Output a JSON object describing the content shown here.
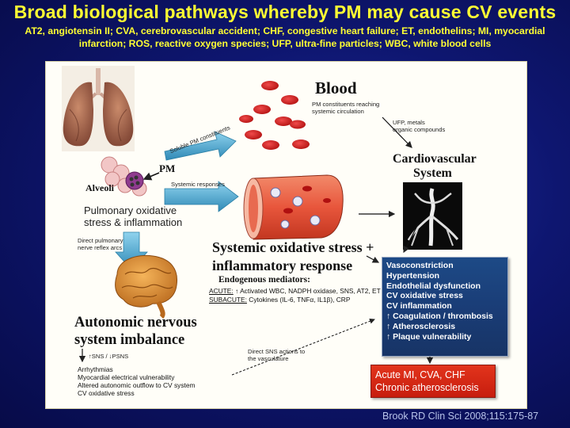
{
  "title": "Broad biological pathways whereby PM may cause CV events",
  "subtitle": "AT2, angiotensin II; CVA, cerebrovascular accident; CHF, congestive heart failure; ET, endothelins; MI, myocardial infarction; ROS, reactive oxygen species; UFP, ultra-fine particles; WBC, white blood cells",
  "diagram": {
    "blood_title": "Blood",
    "blood_desc_1": "PM constituents reaching",
    "blood_desc_2": "systemic circulation",
    "soluble_label": "Soluble PM constituents",
    "ufp_1": "UFP, metals",
    "ufp_2": "organic compounds",
    "pm_label": "PM",
    "alveoli_label": "Alveoli",
    "systemic_responses": "Systemic responses",
    "pulmonary_1": "Pulmonary oxidative",
    "pulmonary_2": "stress & inflammation",
    "direct_reflex_1": "Direct pulmonary",
    "direct_reflex_2": "nerve reflex arcs",
    "cv_system_1": "Cardiovascular",
    "cv_system_2": "System",
    "systemic_ox_1": "Systemic oxidative stress +",
    "systemic_ox_2": "inflammatory response",
    "mediators_title": "Endogenous mediators:",
    "acute_key": "ACUTE:",
    "acute_text": "↑ Activated WBC, NADPH oxidase, SNS, AT2, ET",
    "subacute_key": "SUBACUTE:",
    "subacute_text": "Cytokines (IL-6, TNFα, IL1β), CRP",
    "autonomic_1": "Autonomic nervous",
    "autonomic_2": "system imbalance",
    "sns_label": "↑SNS / ↓PSNS",
    "direct_sns_1": "Direct SNS actions to",
    "direct_sns_2": "the vasculature",
    "autonomic_effects": [
      "Arrhythmias",
      "Myocardial electrical vulnerability",
      "Altered autonomic outflow to CV system",
      "CV oxidative stress"
    ],
    "cv_effects": [
      "Vasoconstriction",
      "Hypertension",
      "Endothelial dysfunction",
      "CV oxidative stress",
      "CV inflammation",
      "↑ Coagulation / thrombosis",
      "↑ Atherosclerosis",
      "↑ Plaque vulnerability"
    ],
    "outcomes": [
      "Acute MI, CVA, CHF",
      "Chronic atherosclerosis"
    ]
  },
  "citation": "Brook RD Clin Sci 2008;115:175-87",
  "colors": {
    "title": "#ffff33",
    "arrow_fill": "#3fa0c6",
    "effects_box": "#1d4a86",
    "outcome_box": "#d42a16",
    "blood_cell": "#d21e1e"
  }
}
